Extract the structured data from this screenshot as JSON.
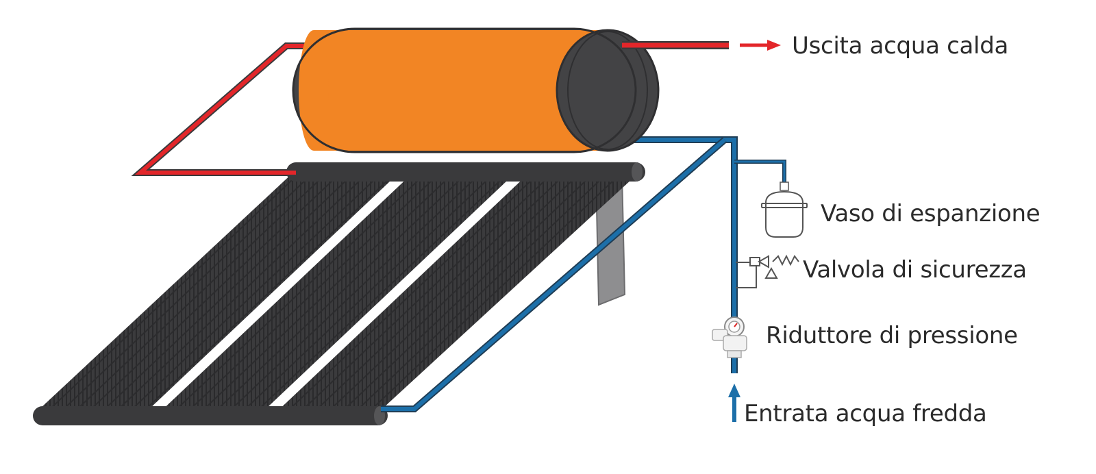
{
  "labels": {
    "hot_out": "Uscita acqua calda",
    "expansion": "Vaso di espanzione",
    "safety_valve": "Valvola di sicurezza",
    "pressure_reducer": "Riduttore di pressione",
    "cold_in": "Entrata acqua fredda"
  },
  "colors": {
    "tank_body": "#f28524",
    "tank_end": "#434345",
    "hot_pipe": "#e3262a",
    "cold_pipe": "#1c6fa9",
    "collector": "#3a3a3c",
    "support": "#8e8e90"
  },
  "icons": [
    "arrow-right-icon",
    "arrow-up-icon",
    "expansion-vessel-icon",
    "safety-valve-icon",
    "pressure-reducer-icon"
  ]
}
